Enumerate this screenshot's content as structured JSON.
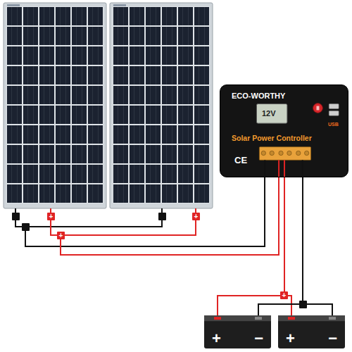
{
  "diagram": {
    "nodes": [
      {
        "text": [
          "ECO-WORTHY",
          "12V",
          "Solar Power Controller",
          "CE",
          "USB"
        ]
      },
      {
        "text": [
          "+",
          "−"
        ]
      },
      {
        "text": [
          "+",
          "−"
        ]
      }
    ],
    "edges": [
      {
        "from": 0,
        "to": 1,
        "arrow": "none"
      },
      {
        "from": 0,
        "to": 2,
        "arrow": "none"
      },
      {
        "from": 0,
        "to": 1,
        "arrow": "none"
      },
      {
        "from": 0,
        "to": 2,
        "arrow": "none"
      }
    ],
    "labels": [
      "+",
      "+",
      "+",
      "+"
    ]
  }
}
